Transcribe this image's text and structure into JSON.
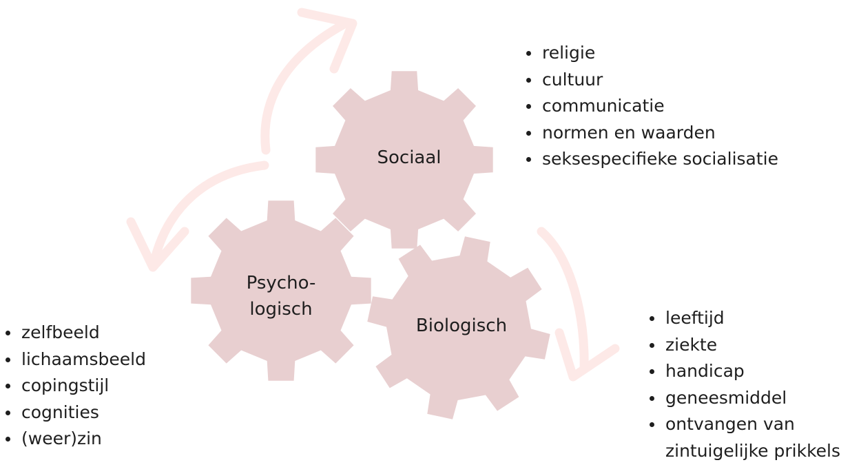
{
  "colors": {
    "gear": "#e8cfd0",
    "arrow": "#fde9e7",
    "text": "#1e1e1e"
  },
  "gears": {
    "sociaal": {
      "label": "Sociaal"
    },
    "psychologisch": {
      "label_line1": "Psycho-",
      "label_line2": "logisch"
    },
    "biologisch": {
      "label": "Biologisch"
    }
  },
  "lists": {
    "sociaal": [
      "religie",
      "cultuur",
      "communicatie",
      "normen en waarden",
      "seksespecifieke socialisatie"
    ],
    "psychologisch": [
      "zelfbeeld",
      "lichaamsbeeld",
      "copingstijl",
      "cognities",
      "(weer)zin"
    ],
    "biologisch": [
      "leeftijd",
      "ziekte",
      "handicap",
      "geneesmiddel",
      "ontvangen van",
      "zintuigelijke prikkels"
    ]
  }
}
